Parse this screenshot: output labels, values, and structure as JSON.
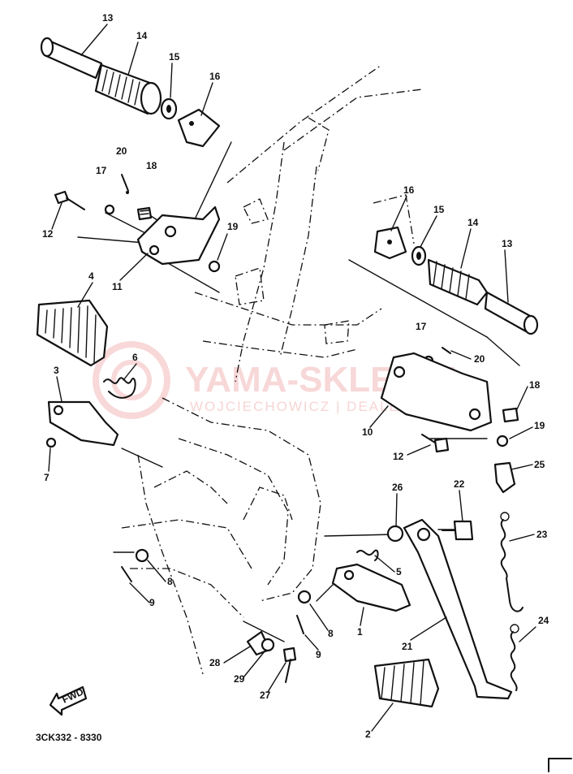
{
  "diagram": {
    "code": "3CK332 - 8330",
    "fwd_label": "FWD",
    "watermark": {
      "title": "YAMA-SKLEP.PL",
      "subtitle": "WOJCIECHOWICZ | DEALER"
    },
    "part_labels": [
      "13",
      "14",
      "15",
      "16",
      "20",
      "17",
      "18",
      "12",
      "19",
      "11",
      "4",
      "6",
      "3",
      "7",
      "16",
      "15",
      "14",
      "13",
      "17",
      "20",
      "18",
      "10",
      "19",
      "12",
      "25",
      "26",
      "22",
      "23",
      "5",
      "8",
      "9",
      "8",
      "1",
      "21",
      "24",
      "28",
      "29",
      "9",
      "27",
      "2"
    ]
  }
}
